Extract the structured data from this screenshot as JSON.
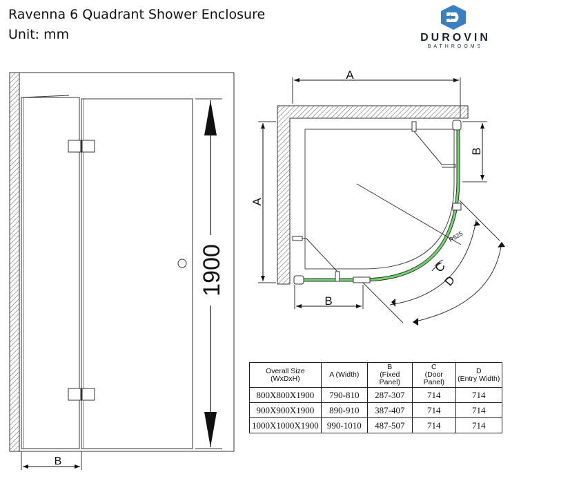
{
  "header": {
    "title": "Ravenna 6 Quadrant Shower Enclosure",
    "unit": "Unit: mm"
  },
  "logo": {
    "name": "DUROVIN",
    "sub": "BATHROOMS",
    "icon": "durovin-logo-icon",
    "color": "#3a7fc1"
  },
  "front_view": {
    "height_label": "1900",
    "width_label": "B"
  },
  "plan_view": {
    "label_a_top": "A",
    "label_a_side": "A",
    "label_b_side": "B",
    "label_b_bottom": "B",
    "label_c": "C",
    "label_d": "D",
    "radius_label": "R525",
    "glass_color": "#6dd46d"
  },
  "spec_table": {
    "headers": [
      "Overall Size\n(WxDxH)",
      "A (Width)",
      "B\n(Fixed Panel)",
      "C\n(Door Panel)",
      "D\n(Entry Width)"
    ],
    "rows": [
      [
        "800X800X1900",
        "790-810",
        "287-307",
        "714",
        "714"
      ],
      [
        "900X900X1900",
        "890-910",
        "387-407",
        "714",
        "714"
      ],
      [
        "1000X1000X1900",
        "990-1010",
        "487-507",
        "714",
        "714"
      ]
    ]
  }
}
